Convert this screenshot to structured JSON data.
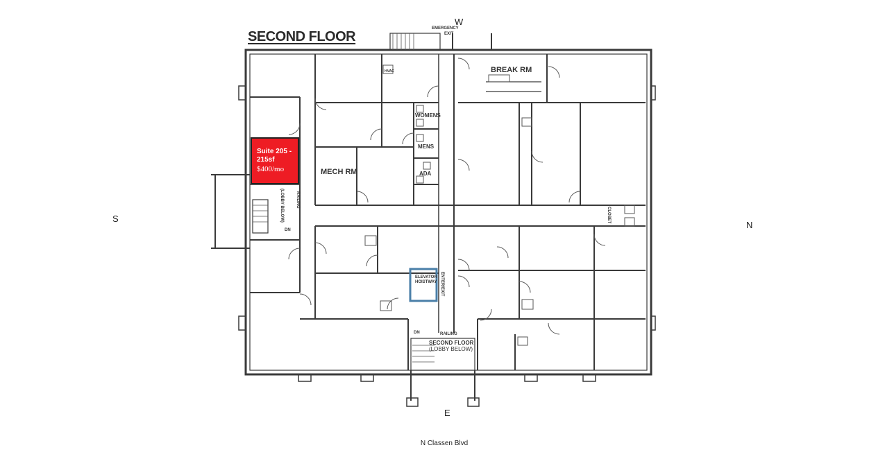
{
  "plan": {
    "title": "SECOND FLOOR",
    "compass": {
      "west": "W",
      "east": "E",
      "north": "N",
      "south": "S"
    },
    "street": "N Classen Blvd",
    "highlight": {
      "name_line1": "Suite 205 -",
      "name_line2": "215sf",
      "price": "$400/mo",
      "color": "#ee1c24"
    },
    "rooms": {
      "break_room": "BREAK RM",
      "mech_room": "MECH RM",
      "womens": "WOMENS",
      "mens": "MENS",
      "ada": "ADA",
      "closet": "CLOSET",
      "elevator_line1": "ELEVATOR",
      "elevator_line2": "HOISTWAY",
      "enter_exit": "ENTER/EXIT",
      "emergency_line1": "EMERGENCY",
      "emergency_line2": "EXIT",
      "dn": "DN",
      "railing": "RAILING",
      "lobby_below": "(LOBBY BELOW)",
      "second_floor_line1": "SECOND FLOOR",
      "second_floor_line2": "(LOBBY BELOW)",
      "hvac": "HVAC"
    }
  }
}
